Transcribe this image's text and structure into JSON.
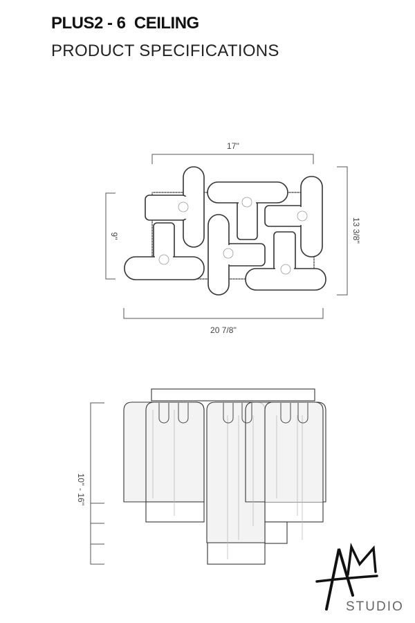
{
  "header": {
    "title": "PLUS2 - 6  CEILING",
    "subtitle": "PRODUCT SPECIFICATIONS"
  },
  "top_view": {
    "dim_canopy_width": "17''",
    "dim_total_depth": "13 3/8''",
    "dim_canopy_depth": "9''",
    "dim_total_width": "20 7/8''"
  },
  "side_view": {
    "dim_height": "10'' - 16''"
  },
  "logo": {
    "mark": "AM",
    "text": "STUDIO"
  },
  "colors": {
    "line": "#333333",
    "glass": "#f3f3f3",
    "dimension": "#555555"
  }
}
